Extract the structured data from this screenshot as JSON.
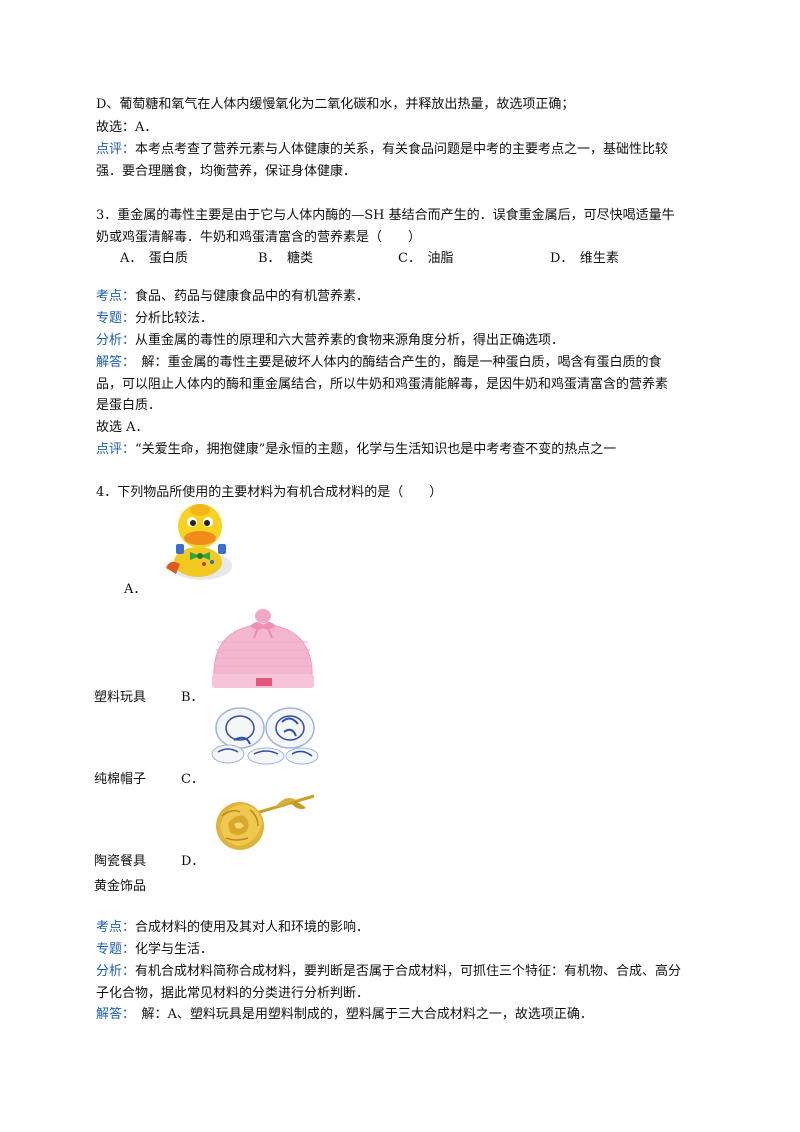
{
  "block1": {
    "d_line": "D、葡萄糖和氧气在人体内缓慢氧化为二氧化碳和水，并释放出热量，故选项正确；",
    "answer": "故选：A．",
    "comment_tag": "点评：",
    "comment_l1": "本考点考查了营养元素与人体健康的关系，有关食品问题是中考的主要考点之一，基础性比较",
    "comment_l2": "强．要合理膳食，均衡营养，保证身体健康．"
  },
  "q3": {
    "stem_l1": "3．重金属的毒性主要是由于它与人体内酶的—SH 基结合而产生的．误食重金属后，可尽快喝适量牛",
    "stem_l2": "奶或鸡蛋清解毒．牛奶和鸡蛋清富含的营养素是（　　）",
    "options": [
      "A．　蛋白质",
      "B．　糖类",
      "C．　油脂",
      "D．　维生素"
    ],
    "kaodian_tag": "考点：",
    "kaodian": "食品、药品与健康食品中的有机营养素．",
    "zhuanti_tag": "专题：",
    "zhuanti": "分析比较法．",
    "fenxi_tag": "分析：",
    "fenxi": "从重金属的毒性的原理和六大营养素的食物来源角度分析，得出正确选项．",
    "jieda_tag": "解答：",
    "jieda_l1": "　解：重金属的毒性主要是破坏人体内的酶结合产生的，酶是一种蛋白质，喝含有蛋白质的食",
    "jieda_l2": "品，可以阻止人体内的酶和重金属结合，所以牛奶和鸡蛋清能解毒，是因牛奶和鸡蛋清富含的营养素",
    "jieda_l3": "是蛋白质．",
    "answer": "故选 A．",
    "pingping_tag": "点评：",
    "pingping": "“关爱生命，拥抱健康”是永恒的主题，化学与生活知识也是中考考查不变的热点之一"
  },
  "q4": {
    "stem": "4．下列物品所使用的主要材料为有机合成材料的是（　　）",
    "label_a": "A．",
    "label_b": "B．",
    "label_c": "C．",
    "label_d": "D．",
    "item_a": "塑料玩具",
    "item_b": "纯棉帽子",
    "item_c": "陶瓷餐具",
    "item_d": "黄金饰品",
    "kaodian_tag": "考点：",
    "kaodian": "合成材料的使用及其对人和环境的影响．",
    "zhuanti_tag": "专题：",
    "zhuanti": "化学与生活．",
    "fenxi_tag": "分析：",
    "fenxi_l1": "有机合成材料简称合成材料，要判断是否属于合成材料，可抓住三个特征：有机物、合成、高分",
    "fenxi_l2": "子化合物，据此常见材料的分类进行分析判断．",
    "jieda_tag": "解答：",
    "jieda": "　解：A、塑料玩具是用塑料制成的，塑料属于三大合成材料之一，故选项正确．"
  },
  "colors": {
    "tag": "#1a5fb4",
    "text": "#111111"
  }
}
